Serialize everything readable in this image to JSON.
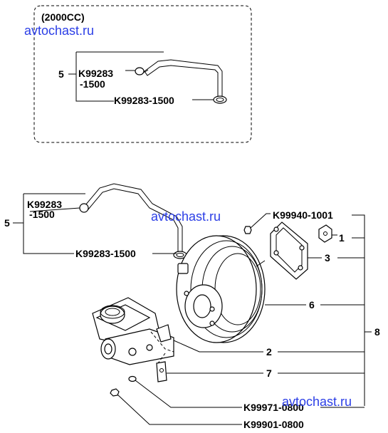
{
  "inset": {
    "variant_label": "(2000CC)",
    "callout_5": "5",
    "hose_code_line1": "K99283",
    "hose_code_line2": "-1500",
    "clamp_code": "K99283-1500"
  },
  "main": {
    "callout_5": "5",
    "hose_code_line1": "K99283",
    "hose_code_line2": "-1500",
    "clamp_code": "K99283-1500",
    "gasket_code": "K99940-1001",
    "callout_1": "1",
    "callout_3": "3",
    "callout_6": "6",
    "callout_2": "2",
    "callout_7": "7",
    "callout_8": "8",
    "washer_code": "K99971-0800",
    "nut_code": "K99901-0800"
  },
  "watermarks": [
    "avtochast.ru",
    "avtochast.ru",
    "avtochast.ru"
  ]
}
